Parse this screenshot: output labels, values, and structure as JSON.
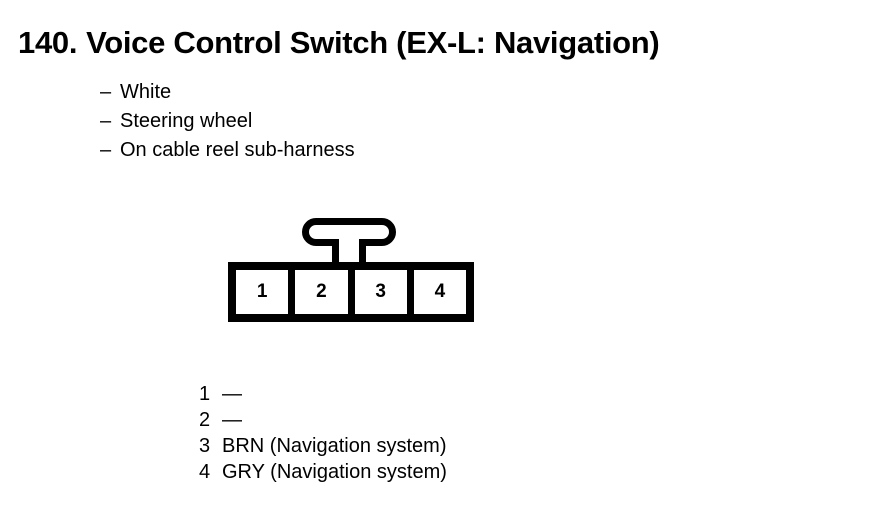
{
  "title": {
    "number": "140.",
    "text": "Voice Control Switch (EX-L: Navigation)"
  },
  "notes": [
    {
      "dash": "–",
      "label": "White"
    },
    {
      "dash": "–",
      "label": "Steering wheel"
    },
    {
      "dash": "–",
      "label": "On cable reel sub-harness"
    }
  ],
  "connector": {
    "type": "4-pin-connector",
    "lock_tab": "top-center",
    "cells": [
      {
        "number": "1"
      },
      {
        "number": "2"
      },
      {
        "number": "3"
      },
      {
        "number": "4"
      }
    ]
  },
  "pin_legend": [
    {
      "pin": "1",
      "desc": "—"
    },
    {
      "pin": "2",
      "desc": "—"
    },
    {
      "pin": "3",
      "desc": "BRN (Navigation system)"
    },
    {
      "pin": "4",
      "desc": "GRY (Navigation system)"
    }
  ],
  "colors": {
    "background": "#ffffff",
    "ink": "#000000"
  }
}
